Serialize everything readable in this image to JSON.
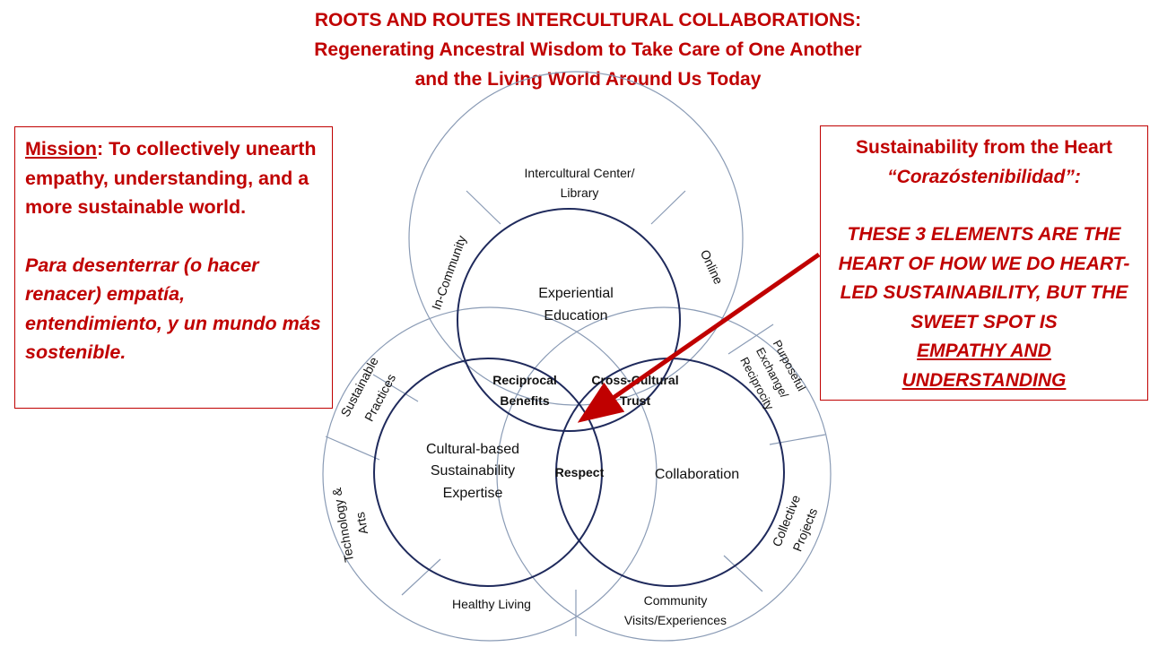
{
  "title": {
    "line1": "ROOTS AND ROUTES INTERCULTURAL COLLABORATIONS:",
    "line2": "Regenerating Ancestral Wisdom to Take Care of One Another",
    "line3": "and the Living World Around Us Today"
  },
  "mission": {
    "label": "Mission",
    "text_en": ": To collectively unearth empathy, understanding, and a more sustainable world.",
    "text_es": "Para desenterrar (o hacer renacer) empatía, entendimiento, y un mundo más sostenible."
  },
  "heart_box": {
    "heading": "Sustainability from the Heart",
    "subheading": "“Corazóstenibilidad”:",
    "body": "THESE 3 ELEMENTS ARE THE HEART OF HOW WE DO HEART-LED SUSTAINABILITY, BUT THE SWEET SPOT IS",
    "emphasis_line1": "EMPATHY AND",
    "emphasis_line2": "UNDERSTANDING"
  },
  "circles": {
    "top_line1": "Experiential",
    "top_line2": "Education",
    "left_line1": "Cultural-based",
    "left_line2": "Sustainability",
    "left_line3": "Expertise",
    "right": "Collaboration"
  },
  "overlaps": {
    "top_left_line1": "Reciprocal",
    "top_left_line2": "Benefits",
    "top_right_line1": "Cross-Cultural",
    "top_right_line2": "Trust",
    "center": "Respect"
  },
  "outer_segments": {
    "intercultural_line1": "Intercultural Center/",
    "intercultural_line2": "Library",
    "in_community": "In-Community",
    "online": "Online",
    "sustainable_line1": "Sustainable",
    "sustainable_line2": "Practices",
    "technology_line1": "Technology &",
    "technology_line2": "Arts",
    "healthy_living": "Healthy Living",
    "community_line1": "Community",
    "community_line2": "Visits/Experiences",
    "collective_line1": "Collective",
    "collective_line2": "Projects",
    "purposeful_line1": "Purposeful",
    "purposeful_line2": "Exchange/",
    "purposeful_line3": "Reciprocity"
  },
  "colors": {
    "accent_red": "#c00000",
    "circle_navy": "#1f2a5c",
    "outer_blue": "#8a9bb5"
  }
}
